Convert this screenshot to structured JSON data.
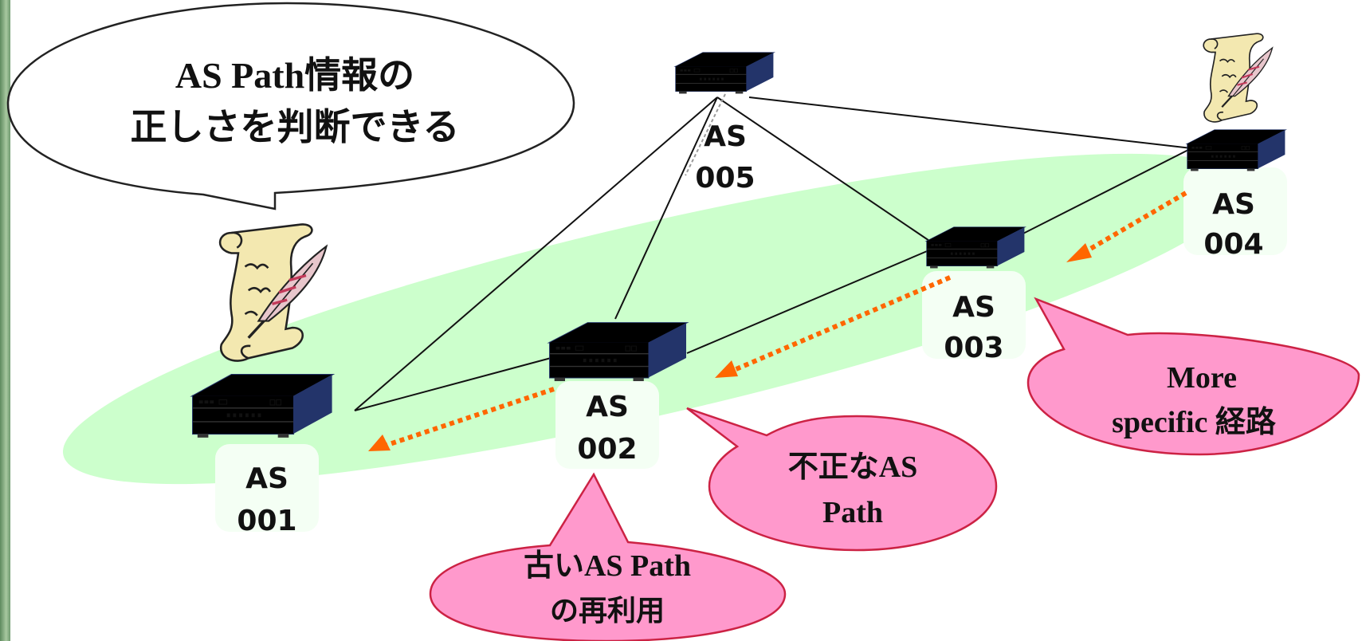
{
  "bubbles": {
    "main": {
      "line1": "AS Path情報の",
      "line2": "正しさを判断できる"
    },
    "more_specific": {
      "line1": "More",
      "line2": "specific 経路"
    },
    "invalid_path": {
      "line1": "不正なAS",
      "line2": "Path"
    },
    "old_path": {
      "line1": "古いAS Path",
      "line2": "の再利用"
    }
  },
  "nodes": [
    {
      "id": "as001",
      "line1": "AS",
      "line2": "001",
      "compromised": false
    },
    {
      "id": "as002",
      "line1": "AS",
      "line2": "002",
      "compromised": true
    },
    {
      "id": "as003",
      "line1": "AS",
      "line2": "003",
      "compromised": true
    },
    {
      "id": "as004",
      "line1": "AS",
      "line2": "004",
      "compromised": false
    },
    {
      "id": "as005",
      "line1": "AS",
      "line2": "005",
      "compromised": false
    }
  ],
  "colors": {
    "router_normal": "#8aaee0",
    "router_compromised": "#ee1111",
    "bubble_pink": "#ff99cc",
    "path_band": "#ccffcc",
    "arrow": "#ff6600"
  },
  "icons": [
    "scroll-quill-icon",
    "router-icon"
  ]
}
